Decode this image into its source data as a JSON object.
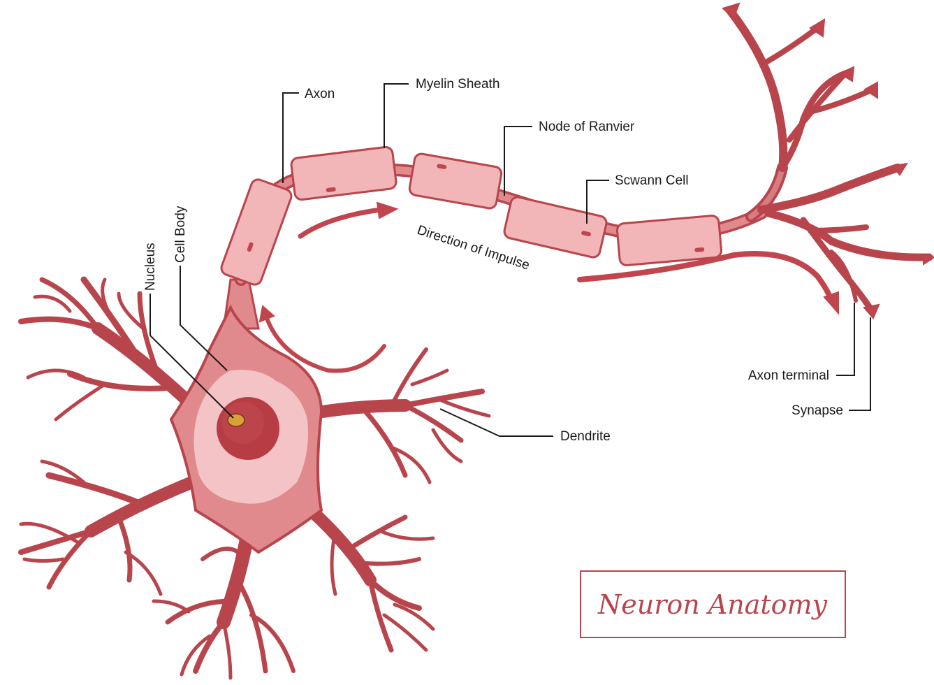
{
  "labels": {
    "axon": "Axon",
    "myelin_sheath": "Myelin Sheath",
    "node_of_ranvier": "Node of Ranvier",
    "schwann_cell": "Scwann Cell",
    "cell_body": "Cell Body",
    "nucleus": "Nucleus",
    "direction_of_impulse": "Direction of Impulse",
    "dendrite": "Dendrite",
    "axon_terminal": "Axon terminal",
    "synapse": "Synapse"
  },
  "title": "Neuron Anatomy",
  "colors": {
    "membrane": "#b8454c",
    "cell_fill": "#e08a8d",
    "cytoplasm_light": "#f3c3c5",
    "nucleus": "#b83c44",
    "nucleolus": "#d9a13a",
    "myelin": "#f2b5b8",
    "arrow": "#c0454d",
    "text": "#1a1a1a"
  }
}
